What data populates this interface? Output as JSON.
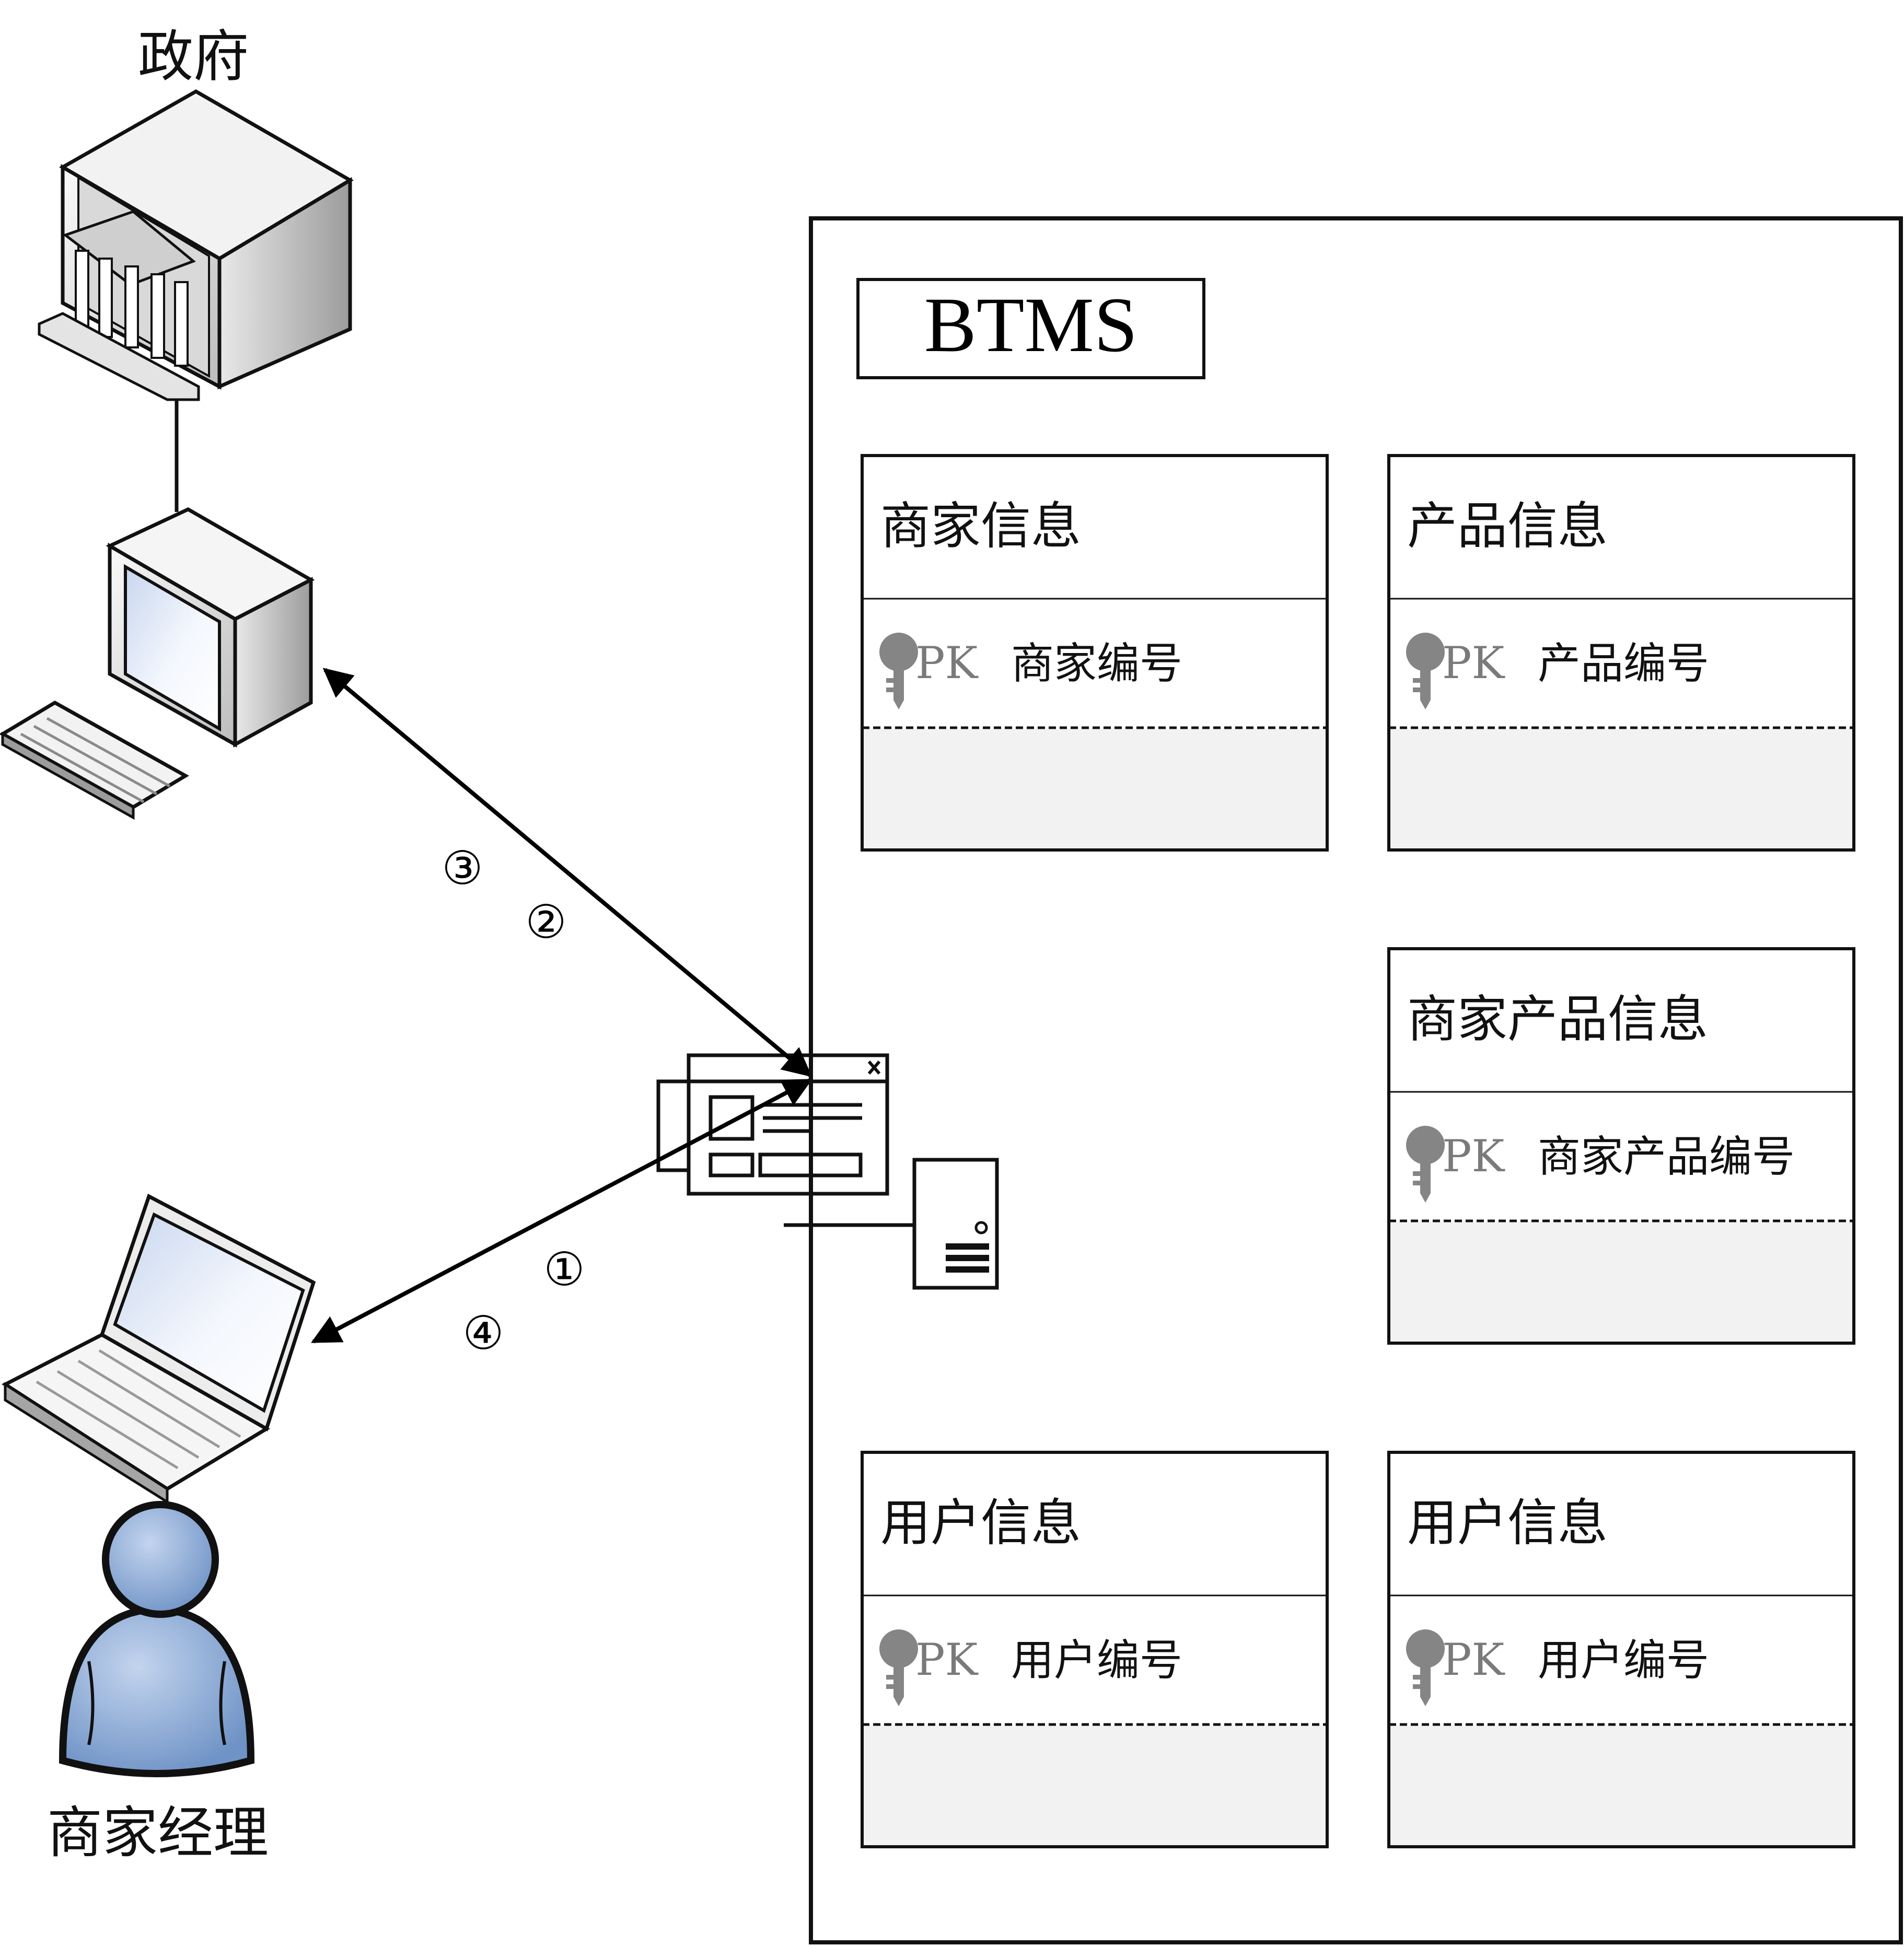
{
  "labels": {
    "government": "政府",
    "merchant_manager": "商家经理",
    "system": "BTMS"
  },
  "steps": [
    "①",
    "②",
    "③",
    "④"
  ],
  "entities": [
    {
      "title": "商家信息",
      "pk_tag": "PK",
      "key_field": "商家编号"
    },
    {
      "title": "产品信息",
      "pk_tag": "PK",
      "key_field": "产品编号"
    },
    {
      "title": "商家产品信息",
      "pk_tag": "PK",
      "key_field": "商家产品编号"
    },
    {
      "title": "用户信息",
      "pk_tag": "PK",
      "key_field": "用户编号"
    },
    {
      "title": "用户信息",
      "pk_tag": "PK",
      "key_field": "用户编号"
    }
  ],
  "colors": {
    "user_icon_fill": "#8fafd8",
    "entity_empty_section": "#f2f2f2",
    "pk_key_icon": "#858585"
  }
}
